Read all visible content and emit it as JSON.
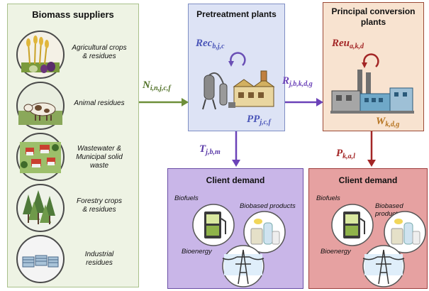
{
  "suppliers": {
    "title": "Biomass suppliers",
    "items": [
      {
        "label": "Agricultural crops & residues",
        "line1": "Agricultural crops",
        "line2": "& residues"
      },
      {
        "label": "Animal residues",
        "line1": "Animal residues",
        "line2": ""
      },
      {
        "label": "Wastewater & Municipal solid waste",
        "line1": "Wastewater &",
        "line2": "Municipal solid",
        "line3": "waste"
      },
      {
        "label": "Forestry crops & residues",
        "line1": "Forestry crops",
        "line2": "& residues"
      },
      {
        "label": "Industrial residues",
        "line1": "Industrial",
        "line2": "residues"
      }
    ]
  },
  "pretreatment": {
    "title": "Pretreatment plants",
    "rec_main": "Rec",
    "rec_sub": "b,j,c",
    "pp_main": "PP",
    "pp_sub": "j,c,f"
  },
  "conversion": {
    "title_line1": "Principal conversion",
    "title_line2": "plants",
    "reu_main": "Reu",
    "reu_sub": "a,k,d",
    "w_main": "W",
    "w_sub": "k,d,g"
  },
  "flows": {
    "n_main": "N",
    "n_sub": "i,n,j,c,f",
    "r_main": "R",
    "r_sub": "j,b,k,d,g",
    "t_main": "T",
    "t_sub": "j,b,m",
    "p_main": "P",
    "p_sub": "k,a,l"
  },
  "client1": {
    "title": "Client demand",
    "biofuels": "Biofuels",
    "biobased": "Biobased products",
    "bioenergy": "Bioenergy"
  },
  "client2": {
    "title": "Client demand",
    "biofuels": "Biofuels",
    "biobased": "Biobased products",
    "bioenergy": "Bioenergy"
  },
  "colors": {
    "supplier_bg": "#eef3e4",
    "supplier_border": "#a9c08a",
    "pretreat_bg": "#dde3f5",
    "pretreat_border": "#7f8ec4",
    "conv_bg": "#f8e3d0",
    "conv_border": "#9b4a36",
    "client1_bg": "#c9b6e8",
    "client1_border": "#6a4ea6",
    "client2_bg": "#e6a1a1",
    "client2_border": "#9e3f3f",
    "green": "#6e8f3a",
    "purple": "#6b42b8",
    "red": "#a32626",
    "blue_text": "#4a55b8",
    "brown_text": "#b5731f"
  }
}
